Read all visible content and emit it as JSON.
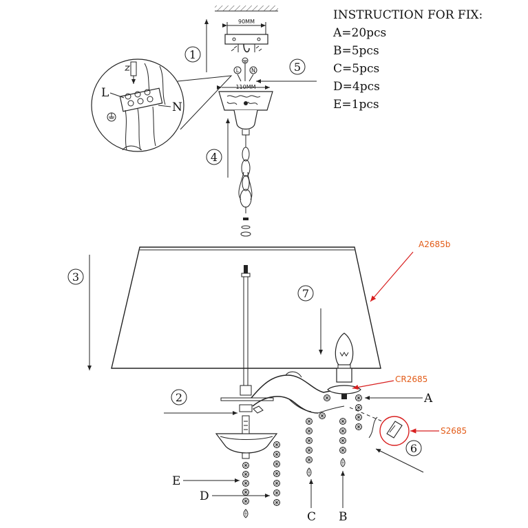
{
  "instructions": {
    "title": "INSTRUCTION FOR FIX:",
    "items": [
      "A=20pcs",
      "B=5pcs",
      "C=5pcs",
      "D=4pcs",
      "E=1pcs"
    ]
  },
  "steps": [
    "1",
    "2",
    "3",
    "4",
    "5",
    "6",
    "7"
  ],
  "parts": {
    "shade": "A2685b",
    "candle_cup": "CR2685",
    "crystal_clip": "S2685"
  },
  "crystal_labels": [
    "A",
    "B",
    "C",
    "D",
    "E"
  ],
  "dimensions": {
    "bracket": "90MM",
    "canopy": "110MM"
  },
  "wiring": {
    "live": "L",
    "neutral": "N",
    "live_symbol": "L",
    "neutral_symbol": "N"
  },
  "colors": {
    "line": "#222222",
    "part_label": "#e25a16",
    "callout_arrow": "#d81f1f"
  }
}
